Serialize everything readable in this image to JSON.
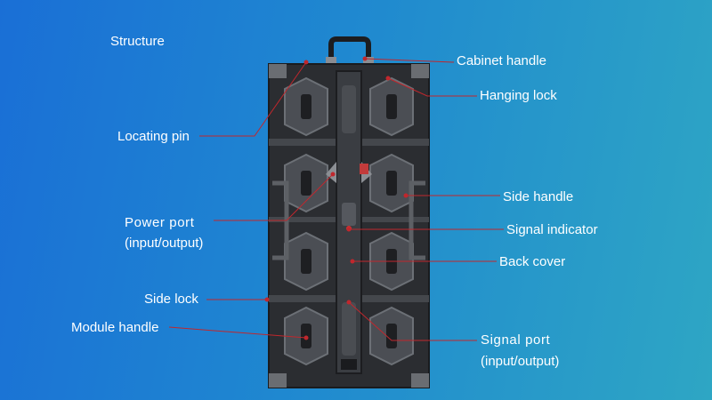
{
  "title": "Structure",
  "callouts": {
    "cabinet_handle": "Cabinet handle",
    "hanging_lock": "Hanging lock",
    "locating_pin": "Locating pin",
    "side_handle": "Side handle",
    "power_port": "Power port",
    "power_port_sub": "(input/output)",
    "signal_indicator": "Signal indicator",
    "back_cover": "Back cover",
    "side_lock": "Side lock",
    "module_handle": "Module handle",
    "signal_port": "Signal port",
    "signal_port_sub": "(input/output)"
  },
  "colors": {
    "leader_line": "#c0272d",
    "cabinet": "#2b2d31",
    "hexagon": "#55585e"
  }
}
